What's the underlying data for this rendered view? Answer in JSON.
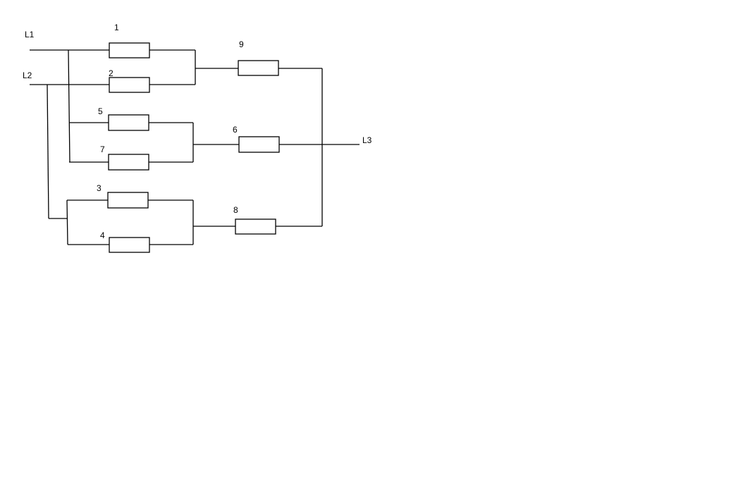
{
  "diagram": {
    "terminals": {
      "L1": "L1",
      "L2": "L2",
      "L3": "L3"
    },
    "resistors": {
      "r1": "1",
      "r2": "2",
      "r3": "3",
      "r4": "4",
      "r5": "5",
      "r6": "6",
      "r7": "7",
      "r8": "8",
      "r9": "9"
    },
    "colors": {
      "line": "#000000",
      "background": "#ffffff"
    }
  }
}
